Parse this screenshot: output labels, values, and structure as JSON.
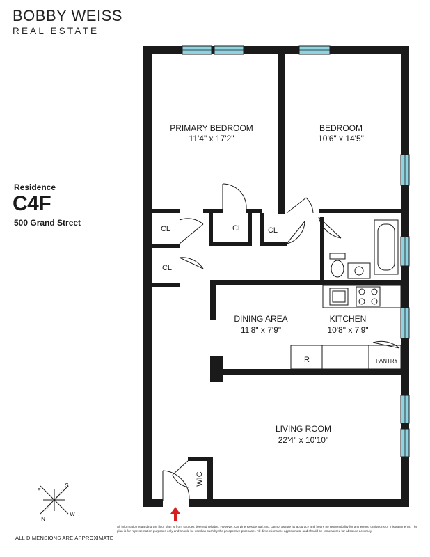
{
  "brand": {
    "name": "BOBBY WEISS",
    "tagline": "REAL ESTATE"
  },
  "residence": {
    "label": "Residence",
    "unit": "C4F",
    "address": "500 Grand Street"
  },
  "rooms": {
    "primary_bedroom": {
      "name": "PRIMARY BEDROOM",
      "dims": "11'4\" x 17'2\""
    },
    "bedroom": {
      "name": "BEDROOM",
      "dims": "10'6\" x 14'5\""
    },
    "dining_area": {
      "name": "DINING  AREA",
      "dims": "11'8\" x 7'9\""
    },
    "kitchen": {
      "name": "KITCHEN",
      "dims": "10'8\" x 7'9\""
    },
    "living_room": {
      "name": "LIVING ROOM",
      "dims": "22'4\" x 10'10\""
    }
  },
  "closets": {
    "cl_left_upper": "CL",
    "cl_center": "CL",
    "cl_right": "CL",
    "cl_left_lower": "CL",
    "wic": "WIC"
  },
  "fixtures": {
    "refrigerator": "R",
    "pantry": "PANTRY"
  },
  "compass": {
    "n": "N",
    "s": "S",
    "e": "E",
    "w": "W"
  },
  "notes": {
    "dimensions": "ALL DIMENSIONS ARE APPROXIMATE",
    "disclaimer": "All information regarding the floor plan is from sources deemed reliable. However, On Line Residential, Inc. cannot assure its accuracy and bears no responsibility for any errors, omissions or misstatements. The plan is for representation purposes only and should be used as such by the prospective purchaser. All dimensions are approximate and should be remeasured for absolute accuracy."
  },
  "colors": {
    "wall": "#1a1a1a",
    "window": "#8fd3e0",
    "entry_arrow": "#d62020"
  }
}
